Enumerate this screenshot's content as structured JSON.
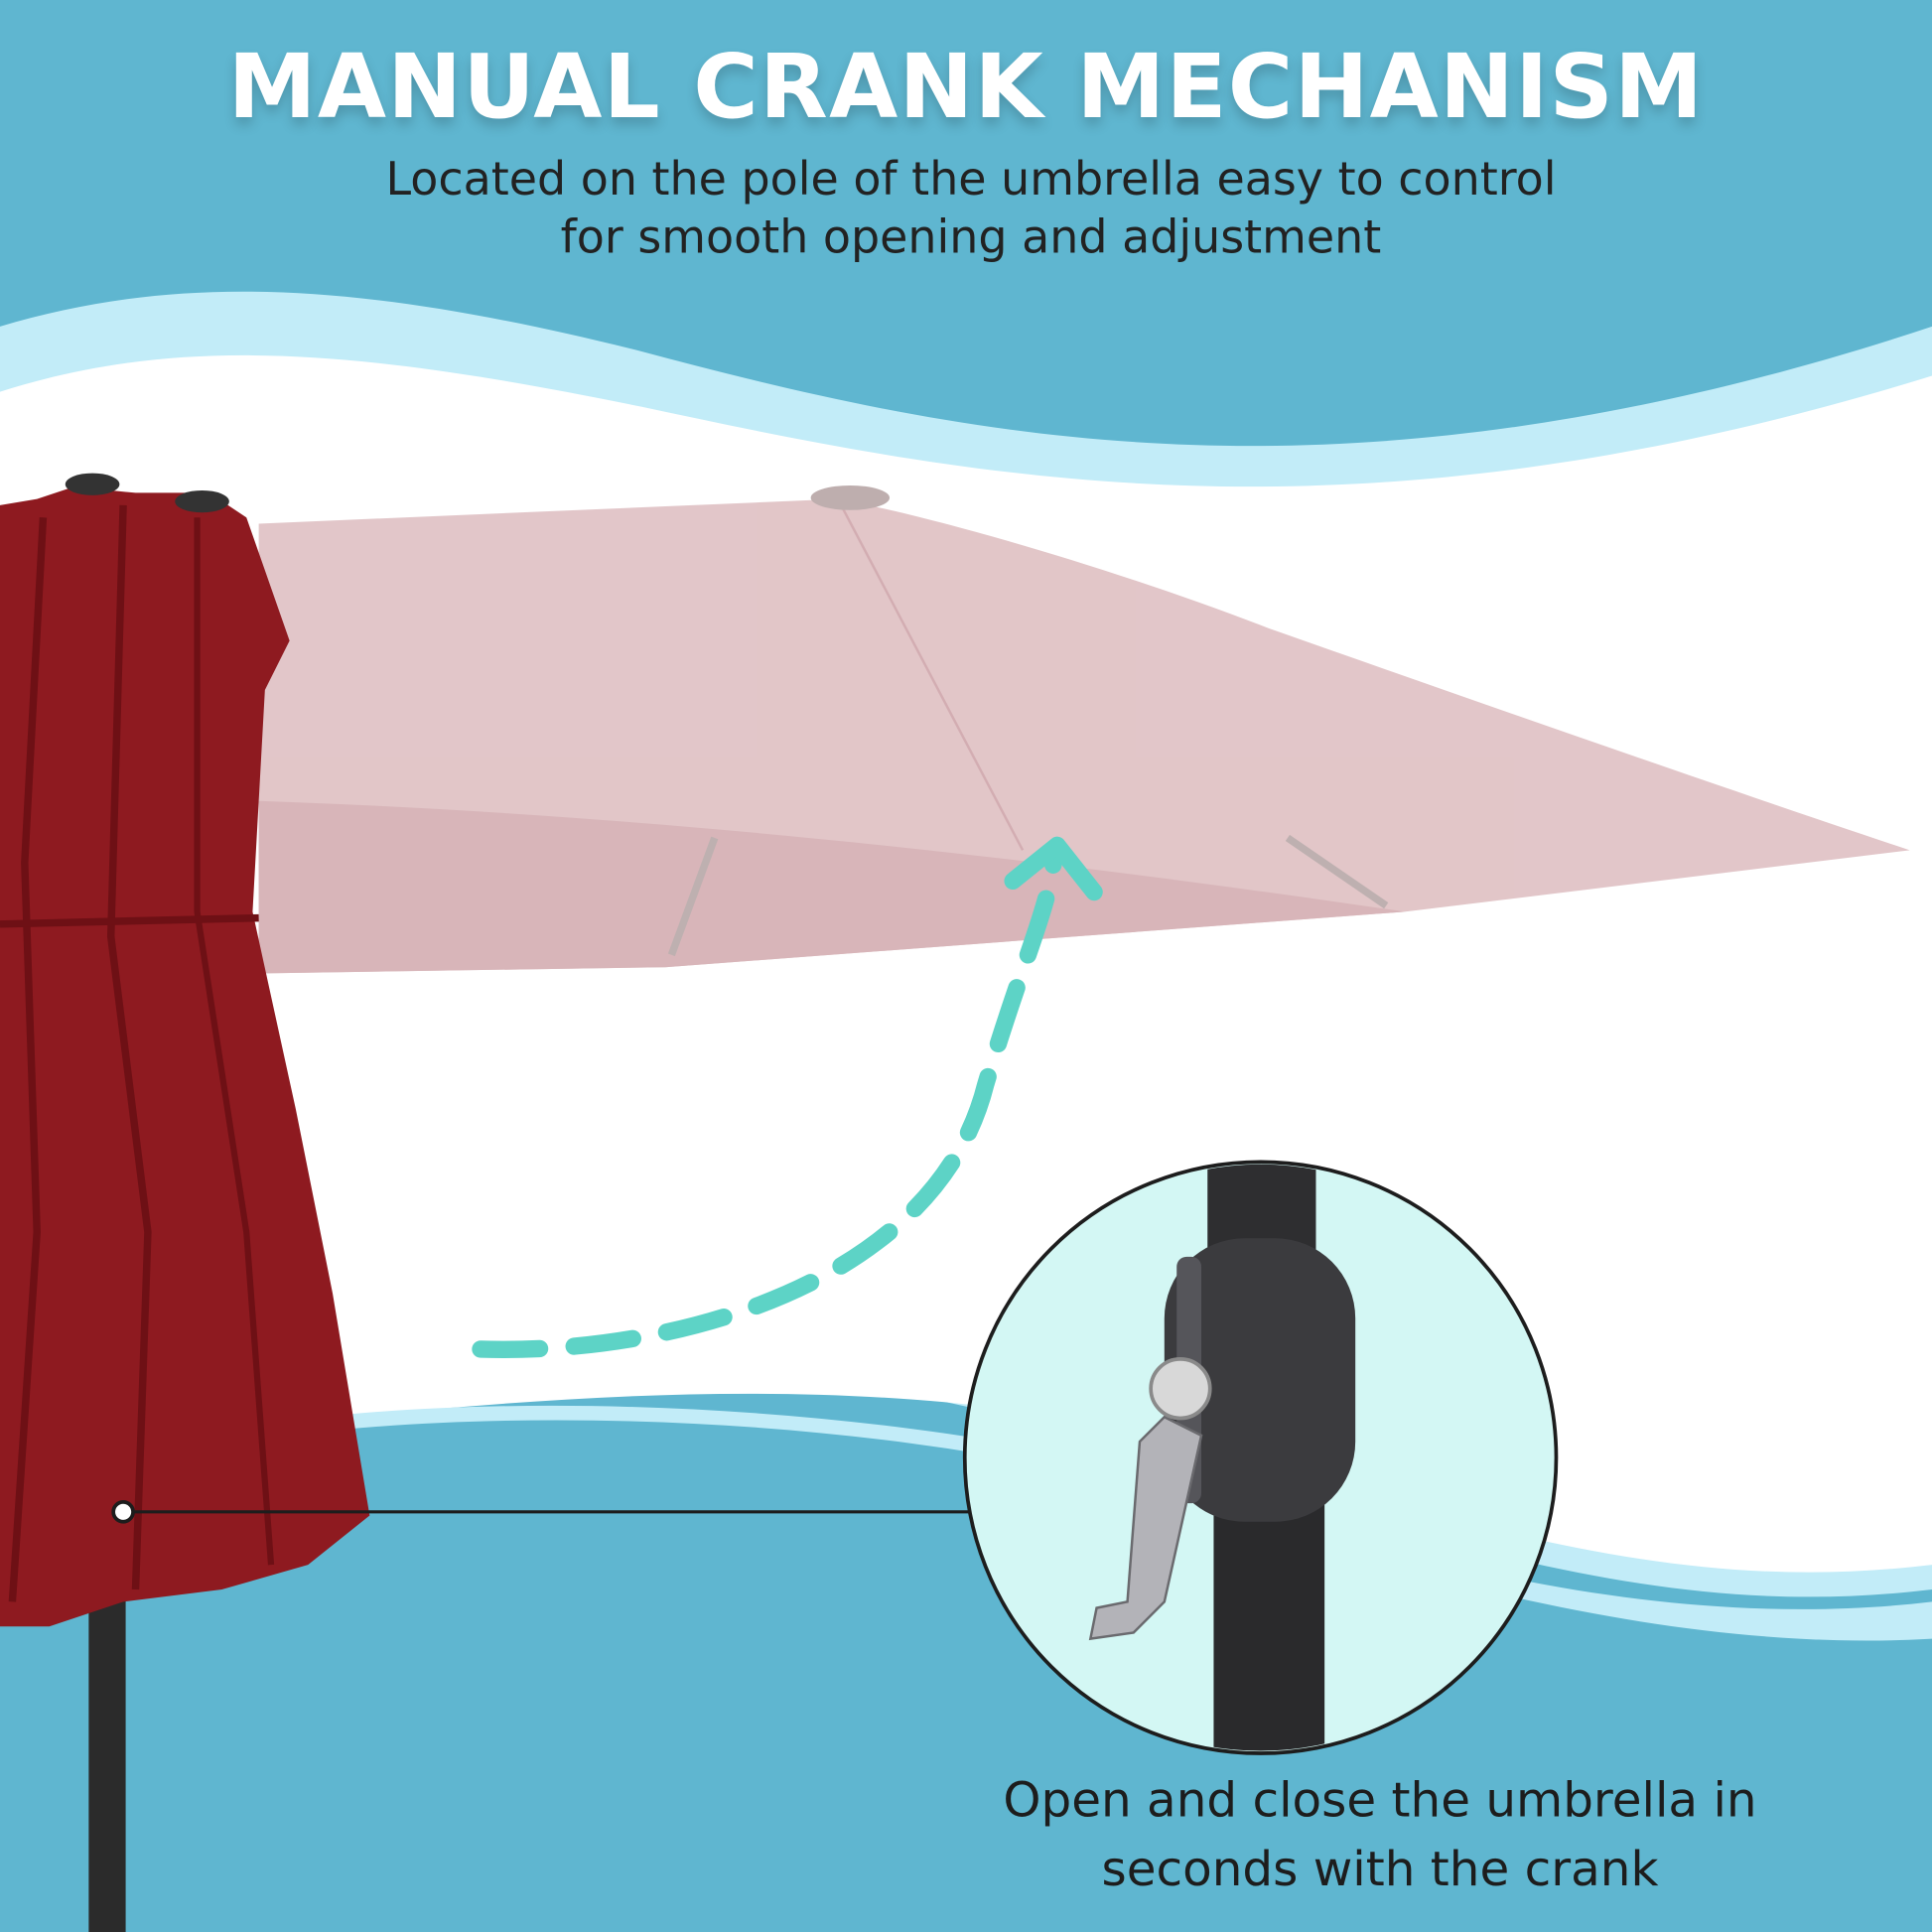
{
  "header": {
    "title": "MANUAL CRANK MECHANISM",
    "subtitle_line1": "Located on the pole of the umbrella easy to control",
    "subtitle_line2": "for smooth opening and adjustment"
  },
  "callout": {
    "caption_line1": "Open and close the umbrella in",
    "caption_line2": "seconds with the crank"
  },
  "colors": {
    "background_blue": "#5fb6d0",
    "light_wave": "#c2ecf8",
    "arrow_teal": "#5dd3c6",
    "umbrella_red": "#8e1a20",
    "faded_canopy": "#dfc0c3",
    "inset_bg": "#d3f7f4"
  },
  "icons": [
    "dashed-curved-arrow",
    "callout-pointer-line",
    "crank-inset-circle"
  ]
}
